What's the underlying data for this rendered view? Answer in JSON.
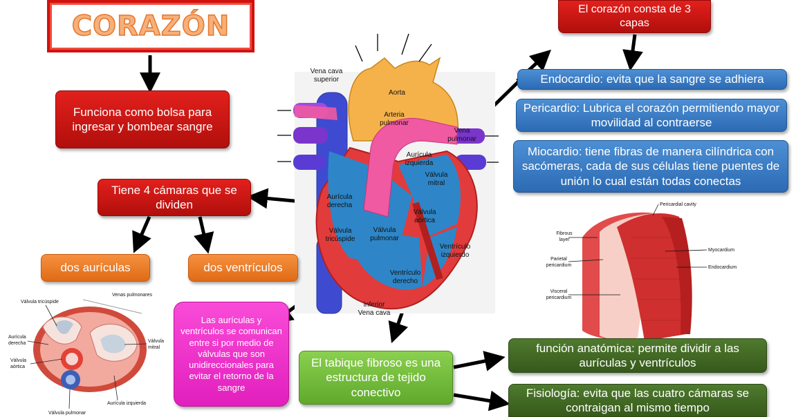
{
  "title": "CORAZÓN",
  "boxes": {
    "funciona": "Funciona como bolsa para ingresar y bombear sangre",
    "camaras": "Tiene 4 cámaras que se dividen",
    "auriculas": "dos aurículas",
    "ventriculos": "dos ventrículos",
    "valvulas_text": "Las aurículas y ventrículos se comunican entre si por medio de válvulas que son unidireccionales para evitar el retorno de la sangre",
    "tabique": "El tabique fibroso es una estructura de tejido conectivo",
    "anatomica": "función anatómica: permite dividir a las aurículas y ventrículos",
    "fisiologia": "Fisiología: evita que las cuatro cámaras se contraigan al mismo tiempo",
    "capas": "El corazón consta de 3 capas",
    "endocardio": "Endocardio: evita que la sangre se adhiera",
    "pericardio": "Pericardio: Lubrica el corazón permitiendo mayor movilidad al contraerse",
    "miocardio": "Miocardio: tiene fibras de manera cilíndrica con sacómeras, cada de sus células tiene puentes de unión lo cual están todas conectas"
  },
  "heart_labels": {
    "vena_cava_superior": [
      "Vena cava",
      "superior"
    ],
    "aorta": "Aorta",
    "arteria_pulmonar": [
      "Arteria",
      "pulmonar"
    ],
    "vena_pulmonar": [
      "Vena",
      "pulmonar"
    ],
    "auricula_izquierda": [
      "Aurícula",
      "izquierda"
    ],
    "valvula_mitral": [
      "Válvula",
      "mitral"
    ],
    "auricula_derecha": [
      "Aurícula",
      "derecha"
    ],
    "valvula_aortica": [
      "Válvula",
      "aórtica"
    ],
    "valvula_tricuspide": [
      "Válvula",
      "tricúspide"
    ],
    "valvula_pulmonar": [
      "Válvula",
      "pulmonar"
    ],
    "ventriculo_izquierdo": [
      "Ventrículo",
      "izquierdo"
    ],
    "ventriculo_derecho": [
      "Ventrículo",
      "derecho"
    ],
    "vena_cava_inferior": [
      "Vena cava",
      "inferior"
    ]
  },
  "valve_labels": {
    "valvula_tricuspide": "Válvula tricúspide",
    "venas_pulmonares": "Venas pulmonares",
    "auricula_derecha": [
      "Aurícula",
      "derecha"
    ],
    "valvula_mitral": [
      "Válvula",
      "mitral"
    ],
    "valvula_aortica": [
      "Válvula",
      "aórtica"
    ],
    "auricula_izquierda": "Aurícula izquierda",
    "valvula_pulmonar": "Válvula pulmonar"
  },
  "layers_labels": {
    "pericardial_cavity": "Pericardial cavity",
    "fibrous_layer": [
      "Fibrous",
      "layer"
    ],
    "parietal_pericardium": [
      "Parietal",
      "pericardium"
    ],
    "myocardium": "Myocardium",
    "endocardium": "Endocardium",
    "visceral_pericardium": [
      "Visceral",
      "pericardium"
    ]
  },
  "colors": {
    "red": "#c8150f",
    "orange": "#ef7b27",
    "blue": "#3a7cc7",
    "green_light": "#74bd3c",
    "green_dark": "#436a24",
    "pink": "#f02ecb"
  }
}
